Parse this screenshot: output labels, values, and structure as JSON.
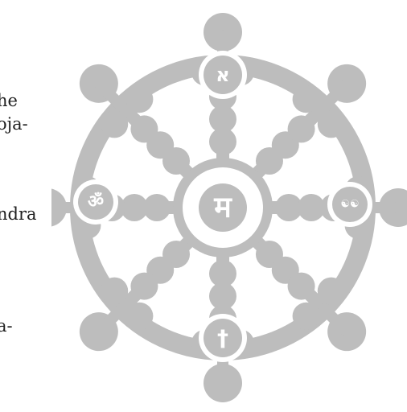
{
  "text_fragments": [
    "he",
    "oja-",
    "ndra",
    "a-"
  ],
  "wheel": {
    "color": "#bdbdbd",
    "background": "#ffffff",
    "hub_symbol": "म",
    "top_symbol": "א",
    "left_symbol": "ॐ",
    "right_symbol": "☯☯",
    "bottom_symbol": "†"
  }
}
